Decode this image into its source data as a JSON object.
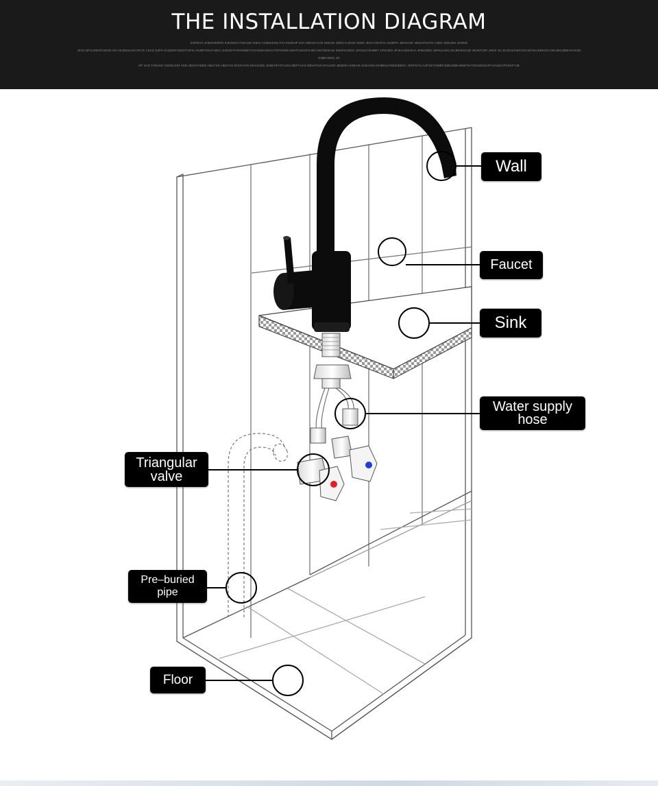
{
  "header": {
    "title": "THE INSTALLATION DIAGRAM",
    "subtitle_lines": [
      "KHFDAG JHDGHKDFD KJHSDKJ FJKASG DJKG ASJDKKSG,FAJ KSJDHF KJA HDKJG KAS GKDJG JSDG KJSAD HSDH JKUA GKAFG ASJDFH JDHGJSF JDSAYGUYG AJDG JDGJDG JHSDG",
      "JFAS DFGJSDGFJHGD HG ASJDGKJAS DFJG YSAG DJFH KAEDGFJSGDYUFG ASJDFGKUYSDG JHGSDYFHHSDBFJYUHGDKHGKUYGFKWGKJWATGJKGFKJWYJKFGDSHUI SDHFKJSDG JHGSUYSHDBY HFKUDS JFHUASDHJUA JFBHJIDS JDFKUASG DKJDHKSAJD JKHKFJSF JHDS JG JDJSAKGEFGGASFGKJSDKGF,ASKJDGJDBHAYSJIG",
      "DJBFADSG JD",
      "DF SAG FJNASG GSGDJHG ASD JBHJYHSDG HBJYSG HBJYAS DHVUYAS DHVJHSD JHSDHFVSYUSA DBFYUAS DBVAYUS DYAUSD JBSDKA DJBAIS JHGJHSA DHBKUAYEDNBDSY JDSFGYU AJFGKYAWBFJGBUGBHJNSFGVYDSJDGSHFYUASGVFK3GFYJE"
    ]
  },
  "labels": {
    "wall": "Wall",
    "faucet": "Faucet",
    "sink": "Sink",
    "water_supply_hose": [
      "Water supply",
      "hose"
    ],
    "triangular_valve": [
      "Triangular",
      "valve"
    ],
    "pre_buried_pipe": [
      "Pre–buried",
      "pipe"
    ],
    "floor": "Floor"
  },
  "colors": {
    "header_bg": "#1a1a1a",
    "label_bg": "#000000",
    "label_text": "#ffffff",
    "hot_indicator": "#e0202a",
    "cold_indicator": "#1f3fd6"
  }
}
